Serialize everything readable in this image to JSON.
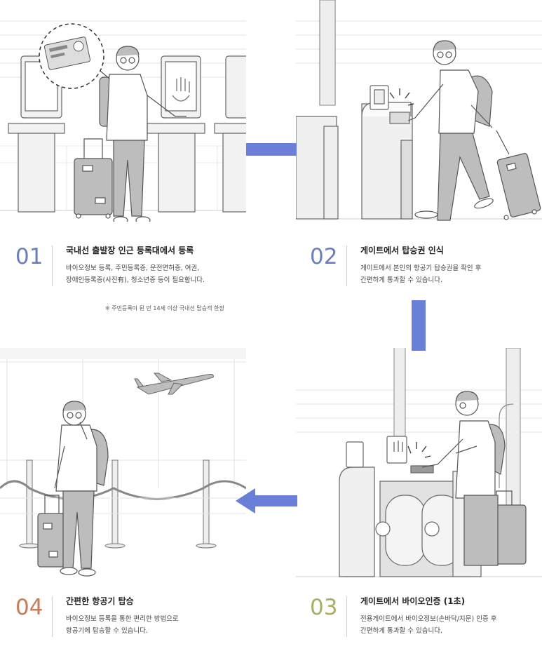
{
  "steps": [
    {
      "number": "01",
      "title": "국내선 출발장 인근 등록대에서 등록",
      "desc_line1": "바이오정보 등록, 주민등록증, 운전면허증, 여권,",
      "desc_line2": "장애인등록증(사진有), 청소년증 등이 필요합니다."
    },
    {
      "number": "02",
      "title": "게이트에서 탑승권 인식",
      "desc_line1": "게이트에서 본인의 항공기 탑승권을 확인 후",
      "desc_line2": "간편하게 통과할 수 있습니다."
    },
    {
      "number": "03",
      "title": "게이트에서 바이오인증 (1초)",
      "desc_line1": "전용게이트에서 바이오정보(손바닥/지문) 인증 후",
      "desc_line2": "간편하게 통과할 수 있습니다."
    },
    {
      "number": "04",
      "title": "간편한 항공기 탑승",
      "desc_line1": "바이오정보 등록을 통한 편리한 방법으로",
      "desc_line2": "항공기에 탑승할 수 있습니다."
    }
  ],
  "note": "※ 주민등록이 된 만 14세 이상 국내선 탑승객 한정",
  "colors": {
    "arrow": "#6a7fd8",
    "num_01": "#6b7fbf",
    "num_02": "#6b7fbf",
    "num_03": "#a8ad6a",
    "num_04": "#c77a5c",
    "line_art": "#555555",
    "fill_gray": "#bdbdbd"
  },
  "icons": {
    "flow_arrow_right": "arrow-right-icon",
    "flow_arrow_down": "arrow-down-icon",
    "flow_arrow_left": "arrow-left-icon"
  }
}
